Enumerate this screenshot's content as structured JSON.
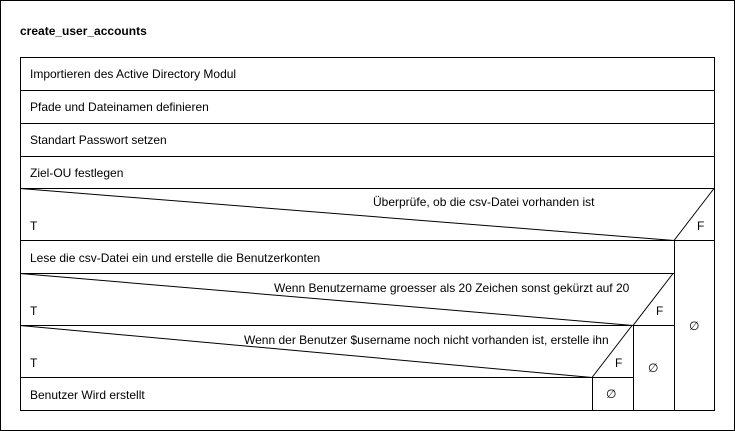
{
  "title": "create_user_accounts",
  "statements": [
    "Importieren des Active Directory Modul",
    "Pfade und Dateinamen definieren",
    "Standart Passwort setzen",
    "Ziel-OU festlegen"
  ],
  "decision1": {
    "condition": "Überprüfe, ob die csv-Datei vorhanden ist",
    "true_label": "T",
    "false_label": "F",
    "false_branch": "∅"
  },
  "read_statement": "Lese die csv-Datei ein und erstelle die Benutzerkonten",
  "decision2": {
    "condition": "Wenn Benutzername groesser als 20 Zeichen sonst gekürzt auf 20",
    "true_label": "T",
    "false_label": "F",
    "false_branch": "∅"
  },
  "decision3": {
    "condition": "Wenn der Benutzer $username noch nicht vorhanden ist, erstelle ihn",
    "true_label": "T",
    "false_label": "F",
    "false_branch": "∅"
  },
  "create_statement": "Benutzer Wird erstellt"
}
